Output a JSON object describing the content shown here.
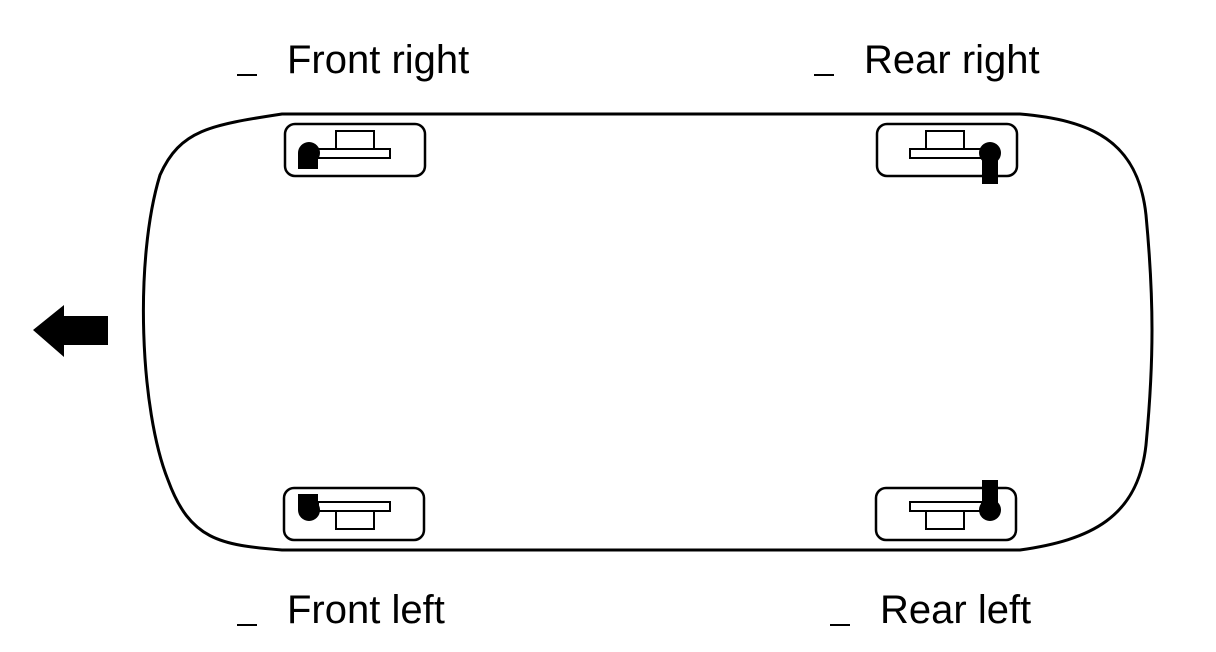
{
  "labels": {
    "front_right": "Front right",
    "rear_right": "Rear right",
    "front_left": "Front left",
    "rear_left": "Rear left"
  },
  "colors": {
    "line": "#000000",
    "background": "#ffffff"
  },
  "icons": {
    "direction": "arrow-left-icon"
  }
}
